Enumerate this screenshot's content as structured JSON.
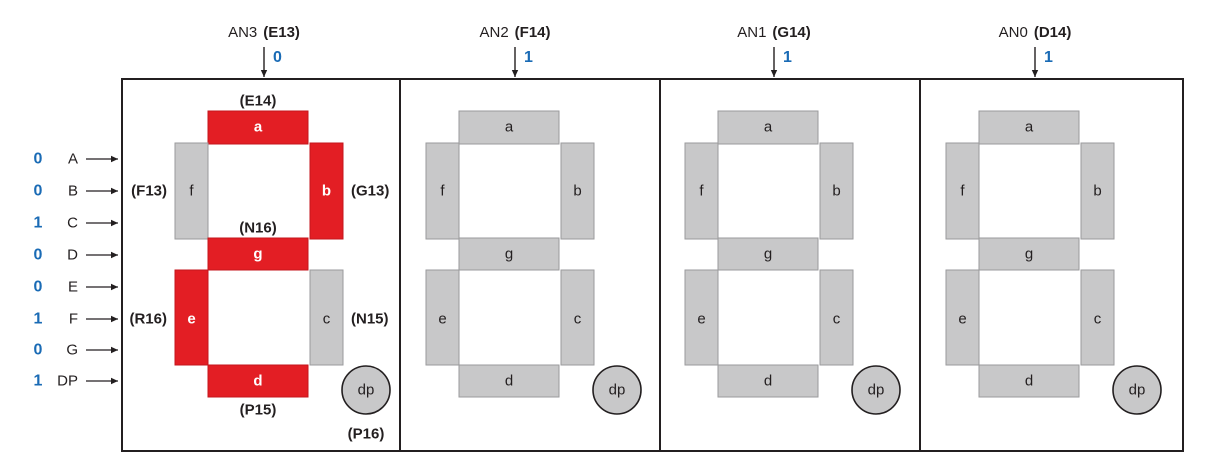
{
  "colors": {
    "segment_on": "#e31e24",
    "segment_off": "#c8c8c9",
    "segment_stroke": "#9a9a9c",
    "bit_value": "#1a6bb5",
    "text": "#231f20"
  },
  "digits": [
    {
      "anode": "AN3",
      "pin": "(E13)",
      "value": "0",
      "lit": [
        "a",
        "b",
        "d",
        "e",
        "g"
      ],
      "segment_labels": {
        "a": "a",
        "b": "b",
        "c": "c",
        "d": "d",
        "e": "e",
        "f": "f",
        "g": "g",
        "dp": "dp"
      },
      "segment_pins": {
        "a": "(E14)",
        "b": "(G13)",
        "c": "(N15)",
        "d": "(P15)",
        "e": "(R16)",
        "f": "(F13)",
        "g": "(N16)",
        "dp": "(P16)"
      }
    },
    {
      "anode": "AN2",
      "pin": "(F14)",
      "value": "1",
      "lit": [],
      "segment_labels": {
        "a": "a",
        "b": "b",
        "c": "c",
        "d": "d",
        "e": "e",
        "f": "f",
        "g": "g",
        "dp": "dp"
      }
    },
    {
      "anode": "AN1",
      "pin": "(G14)",
      "value": "1",
      "lit": [],
      "segment_labels": {
        "a": "a",
        "b": "b",
        "c": "c",
        "d": "d",
        "e": "e",
        "f": "f",
        "g": "g",
        "dp": "dp"
      }
    },
    {
      "anode": "AN0",
      "pin": "(D14)",
      "value": "1",
      "lit": [],
      "segment_labels": {
        "a": "a",
        "b": "b",
        "c": "c",
        "d": "d",
        "e": "e",
        "f": "f",
        "g": "g",
        "dp": "dp"
      }
    }
  ],
  "segment_inputs": [
    {
      "value": "0",
      "label": "A"
    },
    {
      "value": "0",
      "label": "B"
    },
    {
      "value": "1",
      "label": "C"
    },
    {
      "value": "0",
      "label": "D"
    },
    {
      "value": "0",
      "label": "E"
    },
    {
      "value": "1",
      "label": "F"
    },
    {
      "value": "0",
      "label": "G"
    },
    {
      "value": "1",
      "label": "DP"
    }
  ]
}
